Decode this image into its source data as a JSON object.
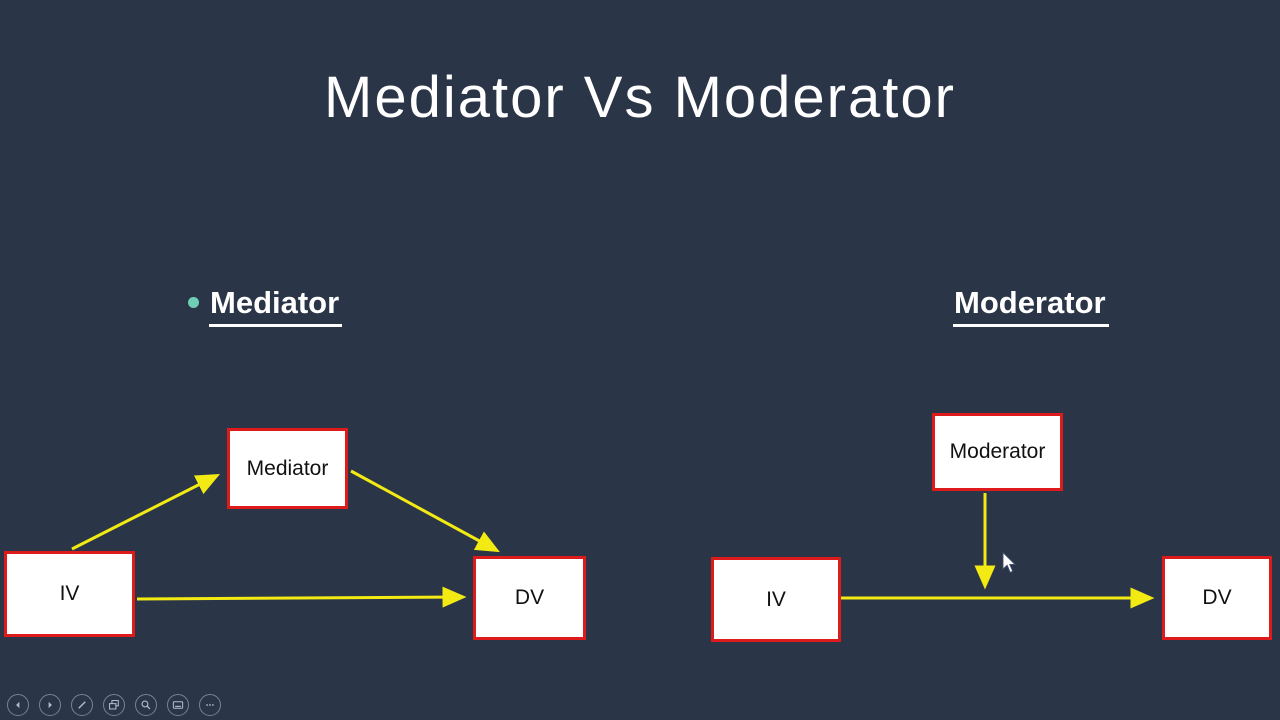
{
  "title": "Mediator Vs Moderator",
  "sections": {
    "mediator": {
      "heading": "Mediator"
    },
    "moderator": {
      "heading": "Moderator"
    }
  },
  "diagrams": {
    "mediator": {
      "nodes": {
        "iv": "IV",
        "mediator": "Mediator",
        "dv": "DV"
      },
      "edges": [
        {
          "from": "IV",
          "to": "Mediator"
        },
        {
          "from": "Mediator",
          "to": "DV"
        },
        {
          "from": "IV",
          "to": "DV"
        }
      ]
    },
    "moderator": {
      "nodes": {
        "iv": "IV",
        "moderator": "Moderator",
        "dv": "DV"
      },
      "edges": [
        {
          "from": "IV",
          "to": "DV"
        },
        {
          "from": "Moderator",
          "to": "IV-DV arrow"
        }
      ]
    }
  },
  "colors": {
    "background": "#2b3548",
    "arrow": "#f2ea12",
    "box_border": "#dd1b1b",
    "box_fill": "#ffffff",
    "bullet": "#6fcfb4",
    "heading_text": "#ffffff"
  },
  "toolbar": {
    "buttons": [
      {
        "name": "previous-slide",
        "icon": "chevron-left-icon"
      },
      {
        "name": "next-slide",
        "icon": "chevron-right-icon"
      },
      {
        "name": "pen-tools",
        "icon": "pen-icon"
      },
      {
        "name": "see-all-slides",
        "icon": "slides-grid-icon"
      },
      {
        "name": "zoom",
        "icon": "magnifier-icon"
      },
      {
        "name": "captions",
        "icon": "captions-icon"
      },
      {
        "name": "more-options",
        "icon": "ellipsis-icon"
      }
    ]
  }
}
